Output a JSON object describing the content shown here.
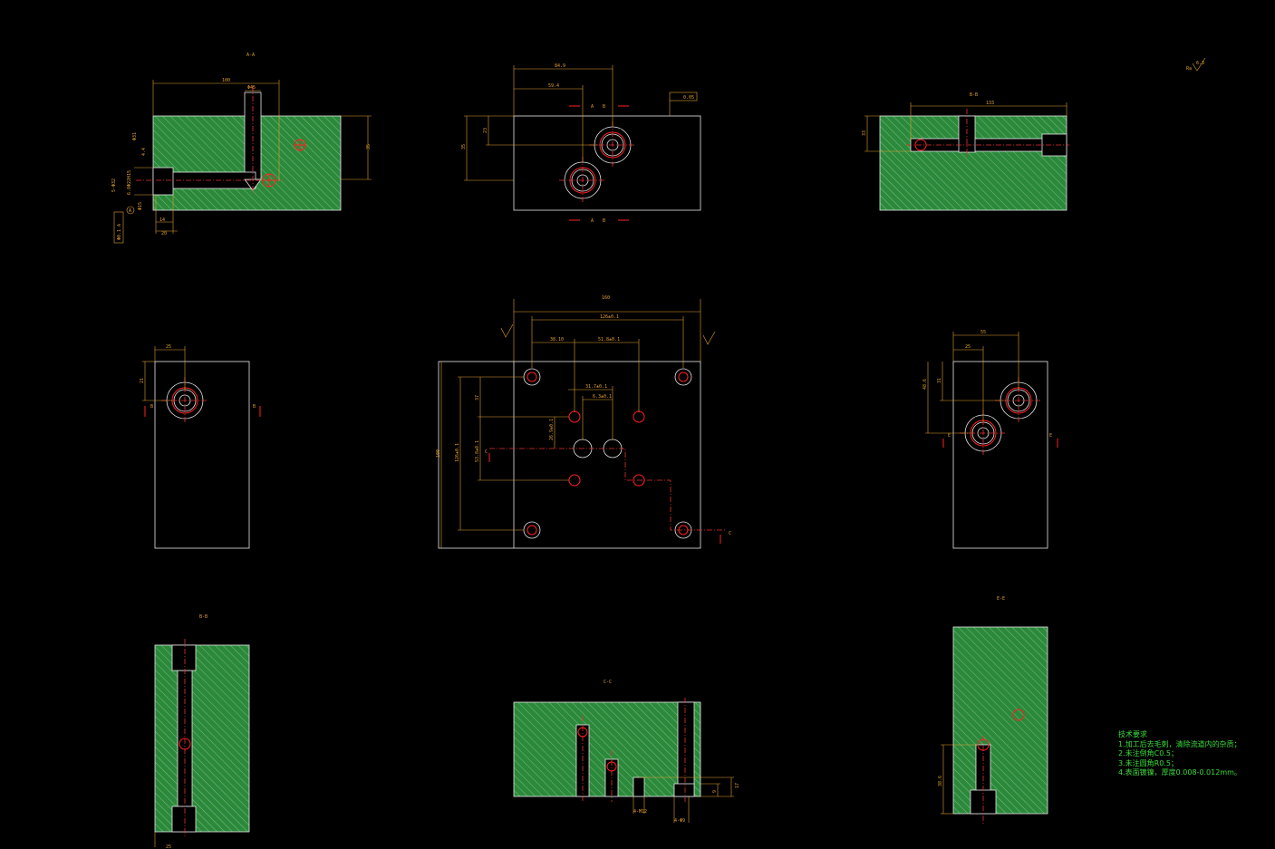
{
  "section_labels": {
    "aa": "A-A",
    "bb_top": "B-B",
    "bb_bottom": "B-B",
    "cc": "C-C",
    "ee": "E-E"
  },
  "roughness": {
    "global_symbol": "Ra",
    "global_value": "6.3"
  },
  "flatness_box": "0.05",
  "dimensions": {
    "aa_width": "100",
    "aa_hole": "Φ45",
    "aa_height": "35",
    "aa_port1": "Φ31",
    "aa_port2": "4.4",
    "aa_thread": "5-Φ32",
    "aa_bore": "6.8Φ22H15",
    "aa_small": "Φ15",
    "aa_14": "14",
    "aa_20": "20",
    "aa_tol": "Φ0.1 A",
    "top_w1": "84.9",
    "top_w2": "59.4",
    "top_h": "35",
    "top_h2": "23",
    "bb_len": "133",
    "bb_h": "33",
    "plan_w": "160",
    "plan_w2": "126±0.1",
    "plan_d1": "38.10",
    "plan_d2": "51.8±0.1",
    "plan_d3": "31.7±0.1",
    "plan_d4": "6.3±0.1",
    "plan_h": "100",
    "plan_h2": "126±0.1",
    "plan_h3": "53.8±0.1",
    "plan_h4": "26.9±0.1",
    "plan_37": "37",
    "left_25": "25",
    "left_21": "21",
    "right_55": "55",
    "right_25": "25",
    "right_48": "48.6",
    "right_31": "31",
    "cc_4m12": "4-M12",
    "cc_4m8": "4-Φ9",
    "cc_17": "17",
    "cc_9": "9",
    "bbb_25": "25",
    "ee_38": "38.6"
  },
  "cut_marks": {
    "a": "A",
    "b": "B",
    "c": "C",
    "e": "E"
  },
  "tech_notes": {
    "title": "技术要求",
    "items": [
      "1.加工后去毛刺，清除流道内的杂质；",
      "2.未注倒角C0.5；",
      "3.未注圆角R0.5；",
      "4.表面镀镍，厚度0.008-0.012mm。"
    ]
  },
  "colors": {
    "background": "#000000",
    "outline": "#e8e8e8",
    "dimension": "#e0a030",
    "centerline": "#e83030",
    "hatch_fill": "#2a8a3a",
    "notes": "#3cdc3c"
  }
}
